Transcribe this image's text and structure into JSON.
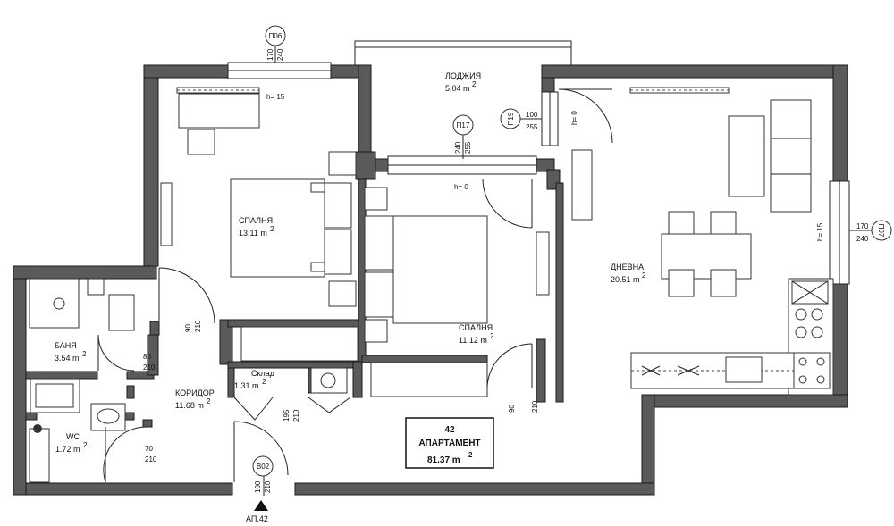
{
  "rooms": {
    "bedroom1": {
      "name": "СПАЛНЯ",
      "area": "13.11 m",
      "sup": "2"
    },
    "bedroom2": {
      "name": "СПАЛНЯ",
      "area": "11.12 m",
      "sup": "2"
    },
    "living": {
      "name": "ДНЕВНА",
      "area": "20.51 m",
      "sup": "2"
    },
    "loggia": {
      "name": "ЛОДЖИЯ",
      "area": "5.04 m",
      "sup": "2"
    },
    "bath": {
      "name": "БАНЯ",
      "area": "3.54 m",
      "sup": "2"
    },
    "corridor": {
      "name": "КОРИДОР",
      "area": "11.68 m",
      "sup": "2"
    },
    "storage": {
      "name": "Склад",
      "area": "1.31 m",
      "sup": "2"
    },
    "wc": {
      "name": "WC",
      "area": "1.72 m",
      "sup": "2"
    }
  },
  "apartment": {
    "number": "42",
    "label": "АПАРТАМЕНТ",
    "area": "81.37  m",
    "sup": "2"
  },
  "tags": {
    "p06": "П06",
    "p17": "П17",
    "p19": "П19",
    "p07": "П07",
    "b02": "В02",
    "entry": "АП.42"
  },
  "dims": {
    "p06_w": "170",
    "p06_h": "240",
    "p06_sill": "h= 15",
    "p17_w": "240",
    "p17_h": "255",
    "p17_sill": "h= 0",
    "p19_w": "100",
    "p19_h": "255",
    "p19_sill": "h= 0",
    "p07_w": "170",
    "p07_h": "240",
    "p07_sill": "h= 15",
    "d_bed1_w": "90",
    "d_bed1_h": "210",
    "d_bath_w": "80",
    "d_bath_h": "210",
    "d_wc_w": "70",
    "d_wc_h": "210",
    "d_store_w": "195",
    "d_store_h": "210",
    "d_bed2_w": "90",
    "d_bed2_h": "210",
    "d_entry_w": "100",
    "d_entry_h": "210"
  }
}
